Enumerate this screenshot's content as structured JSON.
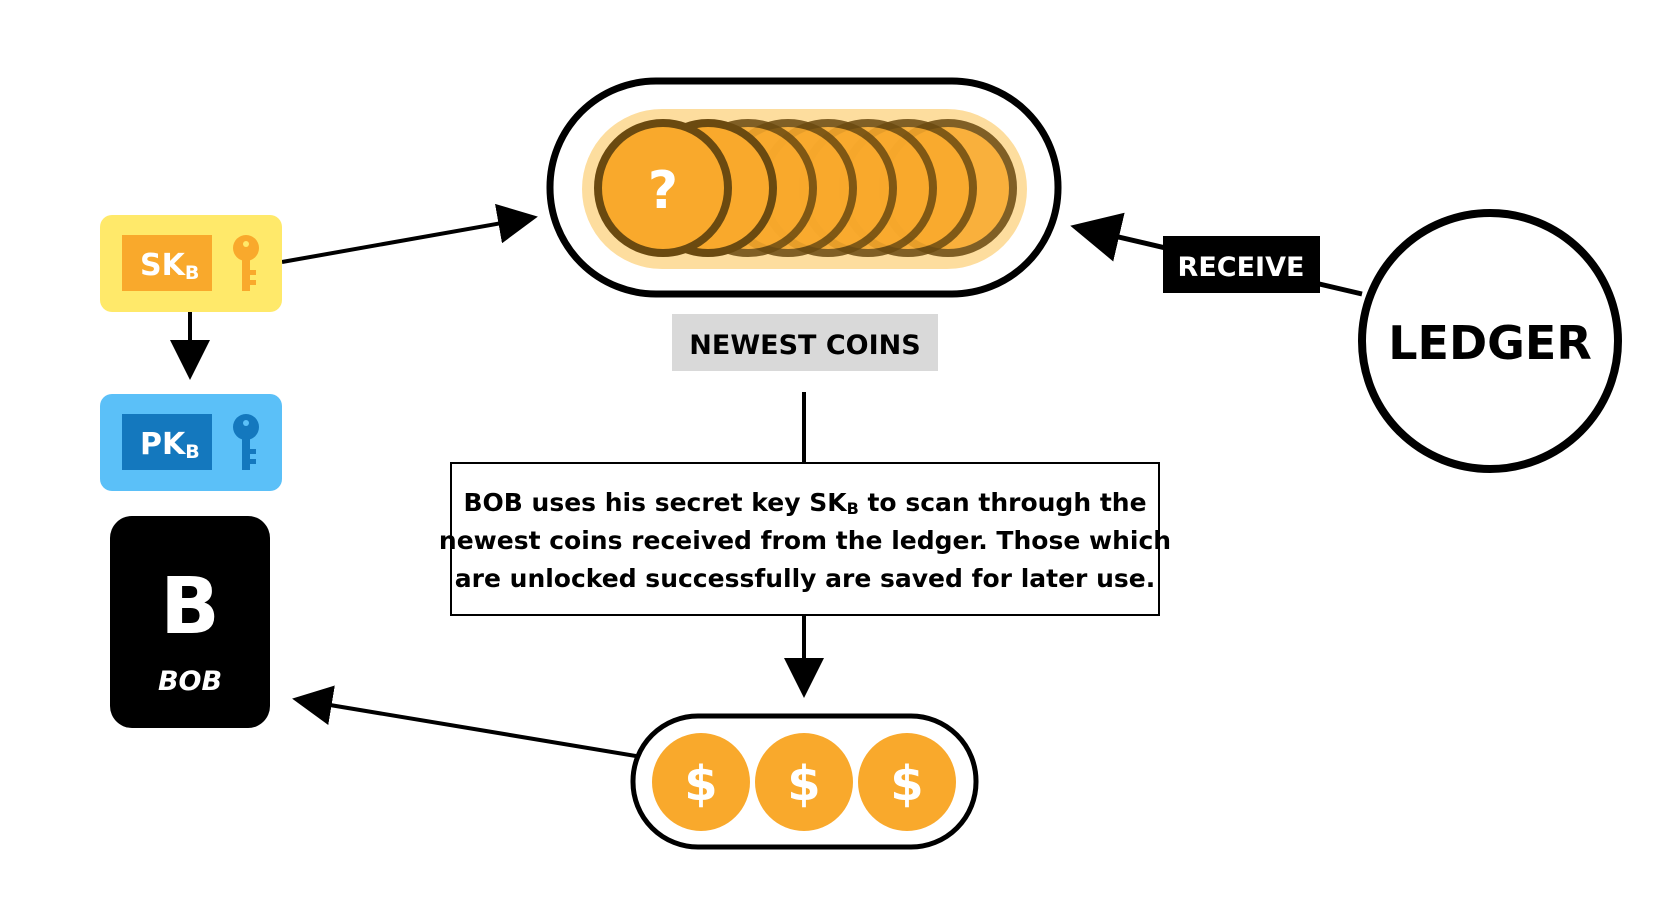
{
  "keys": {
    "secret": {
      "label": "SK",
      "subscript": "B"
    },
    "public": {
      "label": "PK",
      "subscript": "B"
    }
  },
  "bob": {
    "letter": "B",
    "name": "BOB"
  },
  "newest_coins": {
    "label": "NEWEST COINS",
    "coin_glyph": "?"
  },
  "ledger": {
    "label": "LEDGER",
    "receive_label": "RECEIVE"
  },
  "description": {
    "line1_pre": "BOB uses his secret key SK",
    "line1_sub": "B",
    "line1_post": " to scan through the",
    "line2": "newest coins received from the ledger. Those which",
    "line3": "are unlocked successfully are saved for later use."
  },
  "saved_coins": {
    "glyph": "$",
    "count": 3
  },
  "colors": {
    "secret_key_bg": "#FFE96A",
    "secret_key_label_bg": "#F9A92C",
    "secret_key_icon": "#F9A92C",
    "public_key_bg": "#5BC0F8",
    "public_key_label_bg": "#1478BE",
    "public_key_icon": "#1478BE",
    "coin": "#F9A92C",
    "coin_outline": "#6B4A10",
    "coin_glow": "#FCD27E",
    "label_gray": "#D9D9D9",
    "black": "#000000"
  }
}
